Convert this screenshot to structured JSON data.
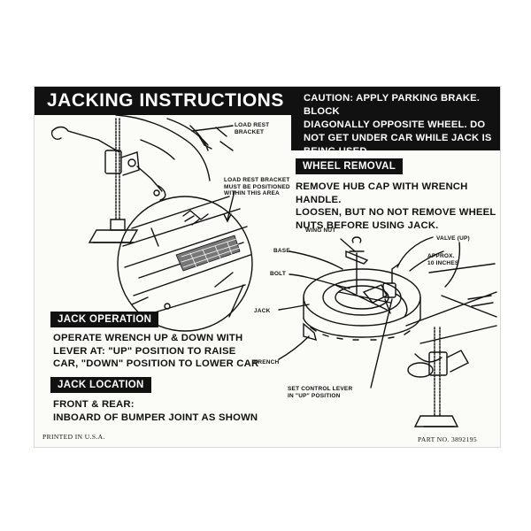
{
  "title": "JACKING INSTRUCTIONS",
  "caution": [
    "CAUTION: APPLY PARKING BRAKE. BLOCK",
    "DIAGONALLY OPPOSITE WHEEL. DO",
    "NOT GET UNDER CAR WHILE JACK IS",
    "BEING USED."
  ],
  "wheel_removal": {
    "heading": "WHEEL REMOVAL",
    "text": [
      "REMOVE HUB CAP WITH WRENCH HANDLE.",
      "LOOSEN, BUT NO NOT REMOVE WHEEL",
      "NUTS BEFORE USING JACK."
    ]
  },
  "jack_operation": {
    "heading": "JACK OPERATION",
    "text": [
      "OPERATE WRENCH UP & DOWN WITH",
      "LEVER AT: \"UP\" POSITION TO RAISE",
      "CAR, \"DOWN\" POSITION TO LOWER CAR"
    ]
  },
  "jack_location": {
    "heading": "JACK LOCATION",
    "text": [
      "FRONT & REAR:",
      "INBOARD OF BUMPER JOINT AS SHOWN"
    ]
  },
  "callouts": {
    "load_rest_bracket": [
      "LOAD REST",
      "BRACKET"
    ],
    "bracket_position": [
      "LOAD REST BRACKET",
      "MUST BE POSITIONED",
      "WITHIN THIS AREA"
    ],
    "wing_nut": "WING NUT",
    "base": "BASE",
    "bolt": "BOLT",
    "jack": "JACK",
    "wrench": "WRENCH",
    "valve": "VALVE (UP)",
    "approx": [
      "APPROX.",
      "10 INCHES"
    ],
    "control_lever": [
      "SET CONTROL LEVER",
      "IN \"UP\" POSITION"
    ]
  },
  "footer": {
    "printed": "PRINTED IN U.S.A.",
    "part_no": "PART NO. 3892195"
  }
}
